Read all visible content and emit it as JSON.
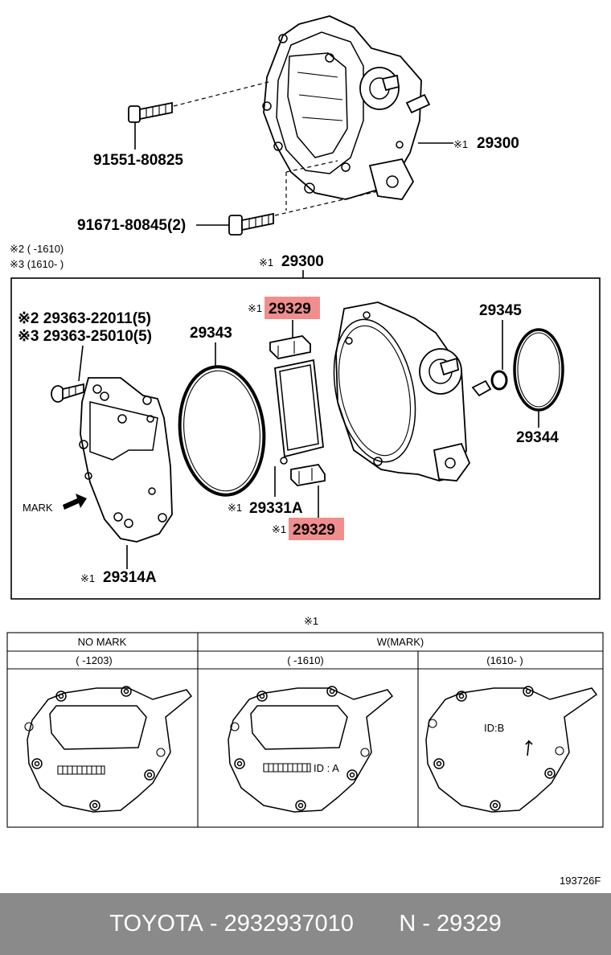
{
  "callouts": {
    "bolt_top": "91551-80825",
    "bolt_bottom": "91671-80845(2)",
    "pump_top": "29300",
    "pump_top_mark": "※1",
    "legend_line_2": "※2 (      -1610)",
    "legend_line_3": "※3 (1610-      )",
    "assembly_title": "29300",
    "assembly_title_mark": "※1",
    "screw_a": "※2 29363-22011(5)",
    "screw_b": "※3 29363-25010(5)",
    "gasket_oring": "29343",
    "valve_upper": "29329",
    "valve_upper_mark": "※1",
    "valve_plate": "29331A",
    "valve_plate_mark": "※1",
    "valve_lower": "29329",
    "valve_lower_mark": "※1",
    "washer": "29345",
    "oring_small": "29344",
    "cover_plate": "29314A",
    "cover_plate_mark": "※1",
    "mark_label": "MARK"
  },
  "table": {
    "note_mark": "※1",
    "header_no_mark": "NO MARK",
    "header_w_mark": "W(MARK)",
    "sub_1": "(      -1203)",
    "sub_2": "(      -1610)",
    "sub_3": "(1610-      )",
    "id_a": "ID : A",
    "id_b": "ID:B"
  },
  "drawing_number": "193726F",
  "footer": {
    "brand": "TOYOTA",
    "part_number": "2932937010",
    "ref": "N - 29329"
  },
  "colors": {
    "highlight": "#f08e8e",
    "footer_bg": "#8a8a8a",
    "footer_text": "#ffffff"
  }
}
